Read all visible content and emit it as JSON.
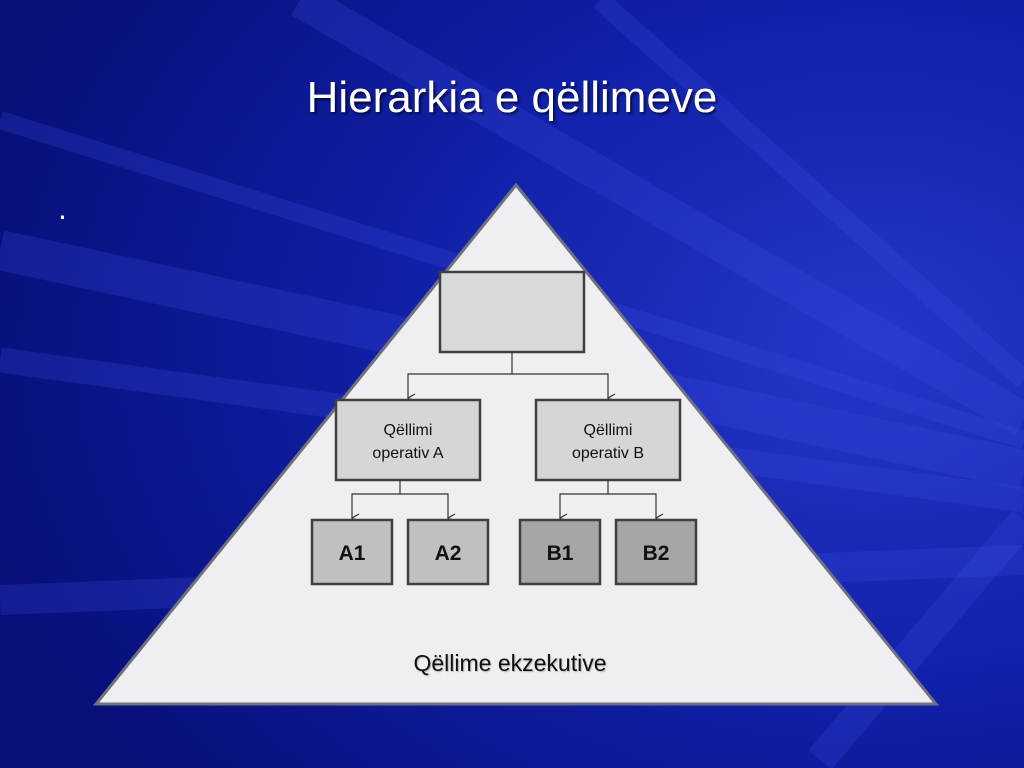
{
  "slide": {
    "title": "Hierarkia e qëllimeve",
    "bullet": "."
  },
  "diagram": {
    "top_box": "",
    "level2": [
      {
        "line1": "Qëllimi",
        "line2": "operativ A"
      },
      {
        "line1": "Qëllimi",
        "line2": "operativ B"
      }
    ],
    "level3": [
      "A1",
      "A2",
      "B1",
      "B2"
    ],
    "caption": "Qëllime ekzekutive"
  },
  "colors": {
    "background": "#0b1590",
    "triangle_fill": "#efeff1",
    "top_box_fill": "#d9d9d9",
    "level2_fill": "#d6d6d6",
    "a_fill": "#c0c0c0",
    "b_fill": "#a6a6a6"
  }
}
